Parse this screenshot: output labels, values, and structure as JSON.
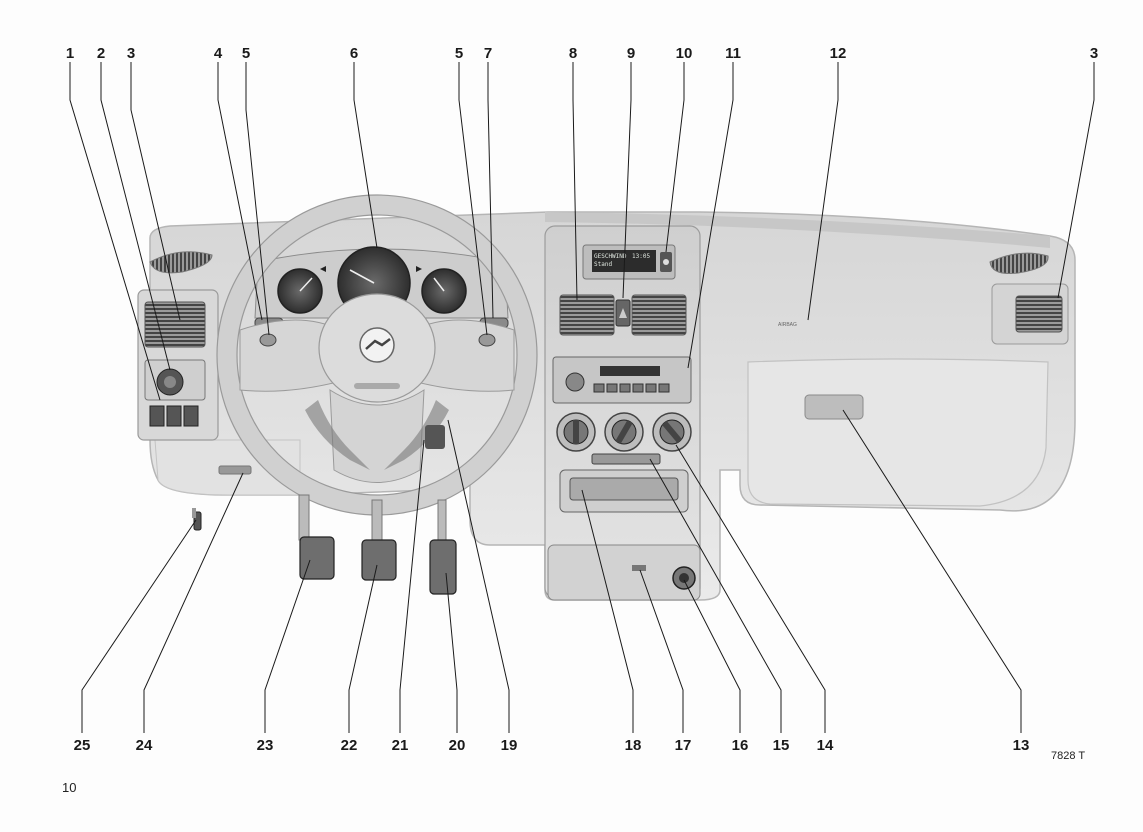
{
  "callouts": {
    "top": [
      "1",
      "2",
      "3",
      "4",
      "5",
      "6",
      "5",
      "7",
      "8",
      "9",
      "10",
      "11",
      "12",
      "3"
    ],
    "bottom": [
      "25",
      "24",
      "23",
      "22",
      "21",
      "20",
      "19",
      "18",
      "17",
      "16",
      "15",
      "14",
      "13"
    ]
  },
  "figure_code": "7828 T",
  "page_number": "10",
  "display_text": {
    "line1": "GESCHWIND",
    "line2": "Stand",
    "time": "13:05"
  },
  "airbag_label": "AIRBAG",
  "colors": {
    "line": "#1a1a1a",
    "panel": "#dcdcdc",
    "dark": "#4a4a4a"
  }
}
